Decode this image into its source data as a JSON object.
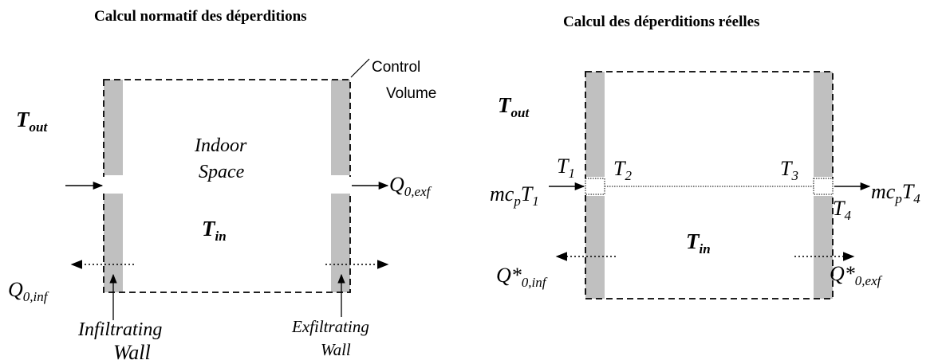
{
  "left": {
    "title": "Calcul normatif des déperditions",
    "control_volume": [
      "Control",
      "Volume"
    ],
    "t_out": {
      "main": "T",
      "sub": "out"
    },
    "indoor_space": [
      "Indoor",
      "Space"
    ],
    "t_in": {
      "main": "T",
      "sub": "in"
    },
    "q_exf": {
      "main": "Q",
      "sub": "0,exf"
    },
    "q_inf": {
      "main": "Q",
      "sub": "0,inf"
    },
    "infiltrating_wall": [
      "Infiltrating",
      "Wall"
    ],
    "exfiltrating_wall": [
      "Exfiltrating",
      "Wall"
    ]
  },
  "right": {
    "title": "Calcul des déperditions réelles",
    "t_out": {
      "main": "T",
      "sub": "out"
    },
    "t1": {
      "main": "T",
      "sub": "1"
    },
    "t2": {
      "main": "T",
      "sub": "2"
    },
    "t3": {
      "main": "T",
      "sub": "3"
    },
    "t4": {
      "main": "T",
      "sub": "4"
    },
    "mcp_in": {
      "a": "mc",
      "a_sub": "p",
      "b": "T",
      "b_sub": "1"
    },
    "mcp_out": {
      "a": "mc",
      "a_sub": "p",
      "b": "T",
      "b_sub": "4"
    },
    "t_in": {
      "main": "T",
      "sub": "in"
    },
    "q_inf_star": {
      "main": "Q*",
      "sub": "0,inf"
    },
    "q_exf_star": {
      "main": "Q*",
      "sub": "0,exf"
    }
  },
  "colors": {
    "wall": "#c0c0c0",
    "line": "#000000",
    "gap": "#ffffff"
  }
}
